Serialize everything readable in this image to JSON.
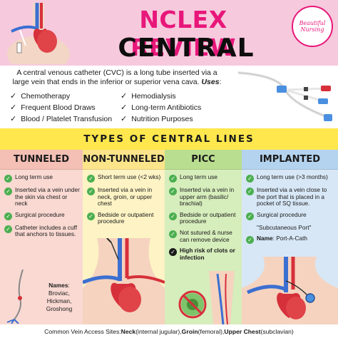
{
  "header": {
    "title_line1": "NCLEX REVIEW",
    "title_line2": "CENTRAL LINES",
    "logo_line1": "Beautiful",
    "logo_line2": "Nursing"
  },
  "intro": {
    "text": "A central venous catheter (CVC) is a long tube inserted via a large vein that ends in the inferior or superior vena cava. ",
    "uses_label": "Uses",
    "uses_suffix": ":",
    "uses": [
      "Chemotherapy",
      "Hemodialysis",
      "Frequent Blood Draws",
      "Long-term Antibiotics",
      "Blood / Platelet Transfusion",
      "Nutrition Purposes"
    ]
  },
  "types_title": "TYPES OF CENTRAL LINES",
  "columns": {
    "tunneled": {
      "title": "TUNNELED",
      "items": [
        "Long term use",
        "Inserted via a vein under the skin via chest or neck",
        "Surgical procedure",
        "Catheter includes a cuff that anchors to tissues."
      ],
      "names_label": "Names",
      "names_suffix": ":",
      "names": [
        "Broviac,",
        "Hickman,",
        "Groshong"
      ]
    },
    "non_tunneled": {
      "title": "NON-TUNNELED",
      "items": [
        "Short term use (<2 wks)",
        "Inserted via a vein in neck, groin, or upper chest",
        "Bedside or outpatient procedure"
      ]
    },
    "picc": {
      "title": "PICC",
      "items": [
        "Long term use",
        "Inserted via a vein in upper arm (basilic/ brachial)",
        "Bedside or outpatient procedure",
        "Not sutured & nurse can remove device",
        "High risk of clots or infection"
      ]
    },
    "implanted": {
      "title": "IMPLANTED",
      "items": [
        "Long term use (>3 months)",
        "Inserted via a vein close to the port that is placed in a pocket of SQ tissue.",
        "Surgical procedure",
        "\"Subcutaneous Port\""
      ],
      "name_label": "Name",
      "name_value": ": Port-A-Cath"
    }
  },
  "footer": {
    "prefix": "Common Vein Access Sites: ",
    "site1": "Neck",
    "site1_note": " (internal jugular), ",
    "site2": "Groin",
    "site2_note": " (femoral), ",
    "site3": "Upper Chest",
    "site3_note": " (subclavian)"
  },
  "colors": {
    "title_pink": "#e8177a",
    "header_bg": "#f6c9dd",
    "types_bar": "#ffe74d",
    "check_green": "#4caf50"
  }
}
